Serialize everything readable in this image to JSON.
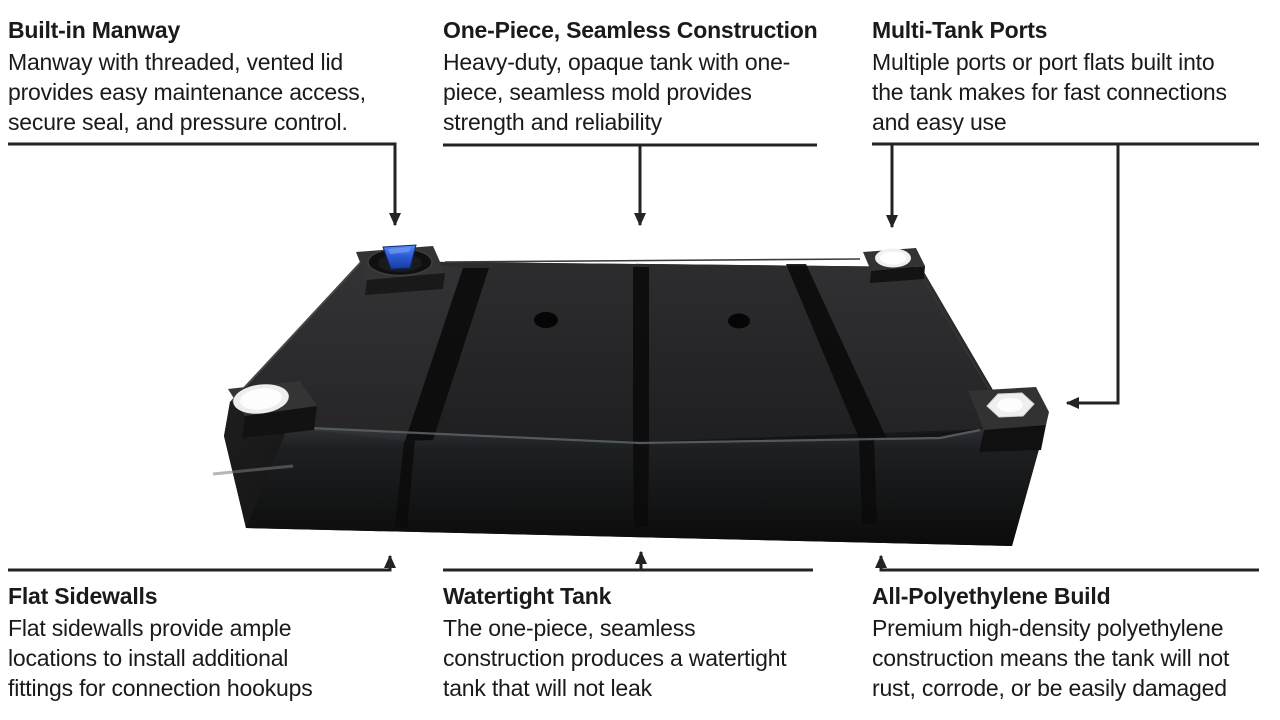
{
  "colors": {
    "background": "#ffffff",
    "text": "#1a1a1a",
    "line": "#232323",
    "tank-black": "#1e1e1e",
    "manway-lid-blue": "#2f62d8",
    "port-cap-white": "#f7f7f7"
  },
  "illustration": {
    "alt": "Black one-piece polyethylene holding tank viewed from the front-left, with a blue-lidded manway, three white port caps on raised corner blocks, two small top openings and molded vertical seams"
  },
  "callouts": {
    "top": [
      {
        "title": "Built-in Manway",
        "lines": [
          "Manway with threaded, vented lid",
          "provides easy maintenance access,",
          "secure seal, and pressure control."
        ]
      },
      {
        "title": "One-Piece, Seamless Construction",
        "lines": [
          "Heavy-duty, opaque tank with one-",
          "piece, seamless mold provides",
          "strength and reliability"
        ]
      },
      {
        "title": "Multi-Tank Ports",
        "lines": [
          "Multiple ports or port flats built into",
          "the tank makes for fast connections",
          "and easy use"
        ]
      }
    ],
    "bottom": [
      {
        "title": "Flat Sidewalls",
        "lines": [
          "Flat sidewalls provide ample",
          "locations to install additional",
          "fittings for connection hookups"
        ]
      },
      {
        "title": "Watertight Tank",
        "lines": [
          "The one-piece, seamless",
          "construction produces a watertight",
          "tank that will not leak"
        ]
      },
      {
        "title": "All-Polyethylene Build",
        "lines": [
          "Premium high-density polyethylene",
          "construction means the tank will not",
          "rust, corrode, or be easily damaged"
        ]
      }
    ]
  }
}
